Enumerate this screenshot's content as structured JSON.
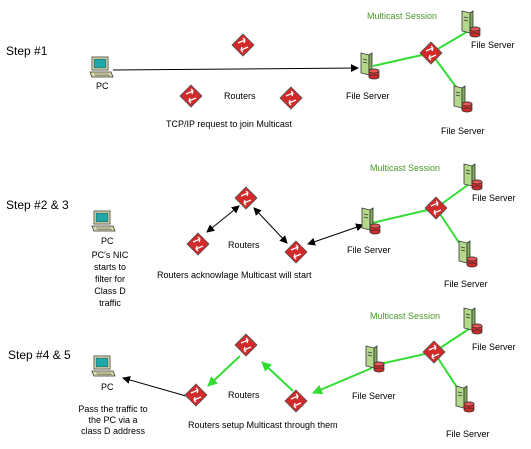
{
  "colors": {
    "router_red": "#d22a2a",
    "session_green": "#4c9a2a",
    "link_green": "#33dd33",
    "server_green": "#b5d98a",
    "pc_screen": "#20a8a8"
  },
  "icons": {
    "router": "router-icon",
    "server": "file-server-icon",
    "pc": "pc-icon"
  },
  "step1": {
    "title": "Step #1",
    "session_label": "Multicast Session",
    "pc_label": "PC",
    "routers_label": "Routers",
    "request_label": "TCP/IP request to join Multicast",
    "server_label": "File Server"
  },
  "step2": {
    "title": "Step #2 & 3",
    "session_label": "Multicast Session",
    "pc_label": "PC",
    "pc_note": [
      "PC's NIC",
      "starts to",
      "filter for",
      "Class D",
      "traffic"
    ],
    "routers_label": "Routers",
    "ack_label": "Routers acknowlage Multicast will start",
    "server_label": "File Server"
  },
  "step3": {
    "title": "Step #4 & 5",
    "session_label": "Multicast Session",
    "pc_label": "PC",
    "pc_note": [
      "Pass the traffic to",
      "the PC via a",
      "class D address"
    ],
    "routers_label": "Routers",
    "setup_label": "Routers setup Multicast through them",
    "server_label": "File Server"
  }
}
